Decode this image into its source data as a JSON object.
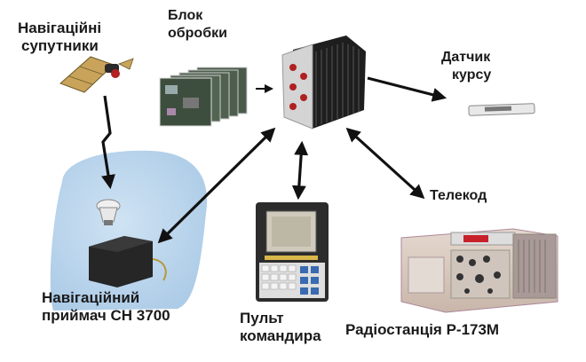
{
  "labels": {
    "satellites": [
      "Навігаційні",
      "супутники"
    ],
    "processing": [
      "Блок",
      "обробки"
    ],
    "heading_sensor": [
      "Датчик",
      "курсу"
    ],
    "telecode": "Телекод",
    "receiver": [
      "Навігаційний",
      "приймач СН 3700"
    ],
    "console": [
      "Пульт",
      "командира"
    ],
    "radio": "Радіостанція Р-173М"
  },
  "colors": {
    "text": "#1a1a1a",
    "arrow": "#111111",
    "blob": "#b9d6ee",
    "device_dark": "#2a2a2a",
    "radio_body": "#d9c9bf",
    "radio_display": "#c8202a"
  },
  "icons": [
    "satellite-icon",
    "processing-boards-icon",
    "central-computer-icon",
    "heading-sensor-icon",
    "antenna-icon",
    "receiver-box-icon",
    "commander-console-icon",
    "radio-station-icon"
  ]
}
